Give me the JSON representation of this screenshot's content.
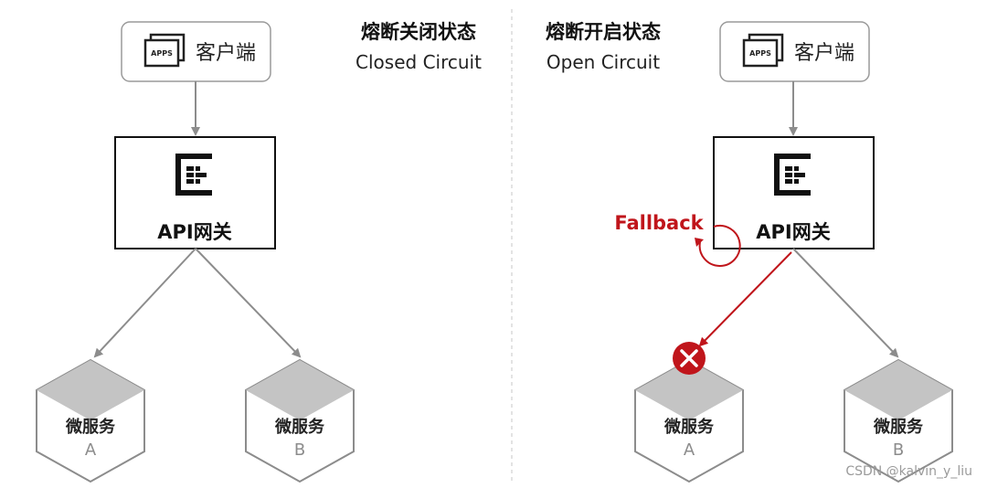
{
  "left": {
    "title_cn": "熔断关闭状态",
    "title_en": "Closed Circuit",
    "client": {
      "icon": "apps-icon",
      "icon_text": "APPS",
      "label": "客户端"
    },
    "gateway": {
      "icon": "gateway-logo-icon",
      "label": "API网关"
    },
    "services": [
      {
        "label": "微服务",
        "letter": "A"
      },
      {
        "label": "微服务",
        "letter": "B"
      }
    ]
  },
  "right": {
    "title_cn": "熔断开启状态",
    "title_en": "Open Circuit",
    "client": {
      "icon": "apps-icon",
      "icon_text": "APPS",
      "label": "客户端"
    },
    "gateway": {
      "icon": "gateway-logo-icon",
      "label": "API网关"
    },
    "fallback_label": "Fallback",
    "services": [
      {
        "label": "微服务",
        "letter": "A",
        "status": "failed",
        "status_icon": "error-x-icon"
      },
      {
        "label": "微服务",
        "letter": "B"
      }
    ]
  },
  "watermark": "CSDN @kalvin_y_liu",
  "colors": {
    "arrow": "#8c8c8c",
    "error": "#c0151b",
    "box_border": "#111111",
    "client_border": "#9a9a9a",
    "hex_top": "#c4c4c4",
    "hex_border": "#8c8c8c"
  }
}
